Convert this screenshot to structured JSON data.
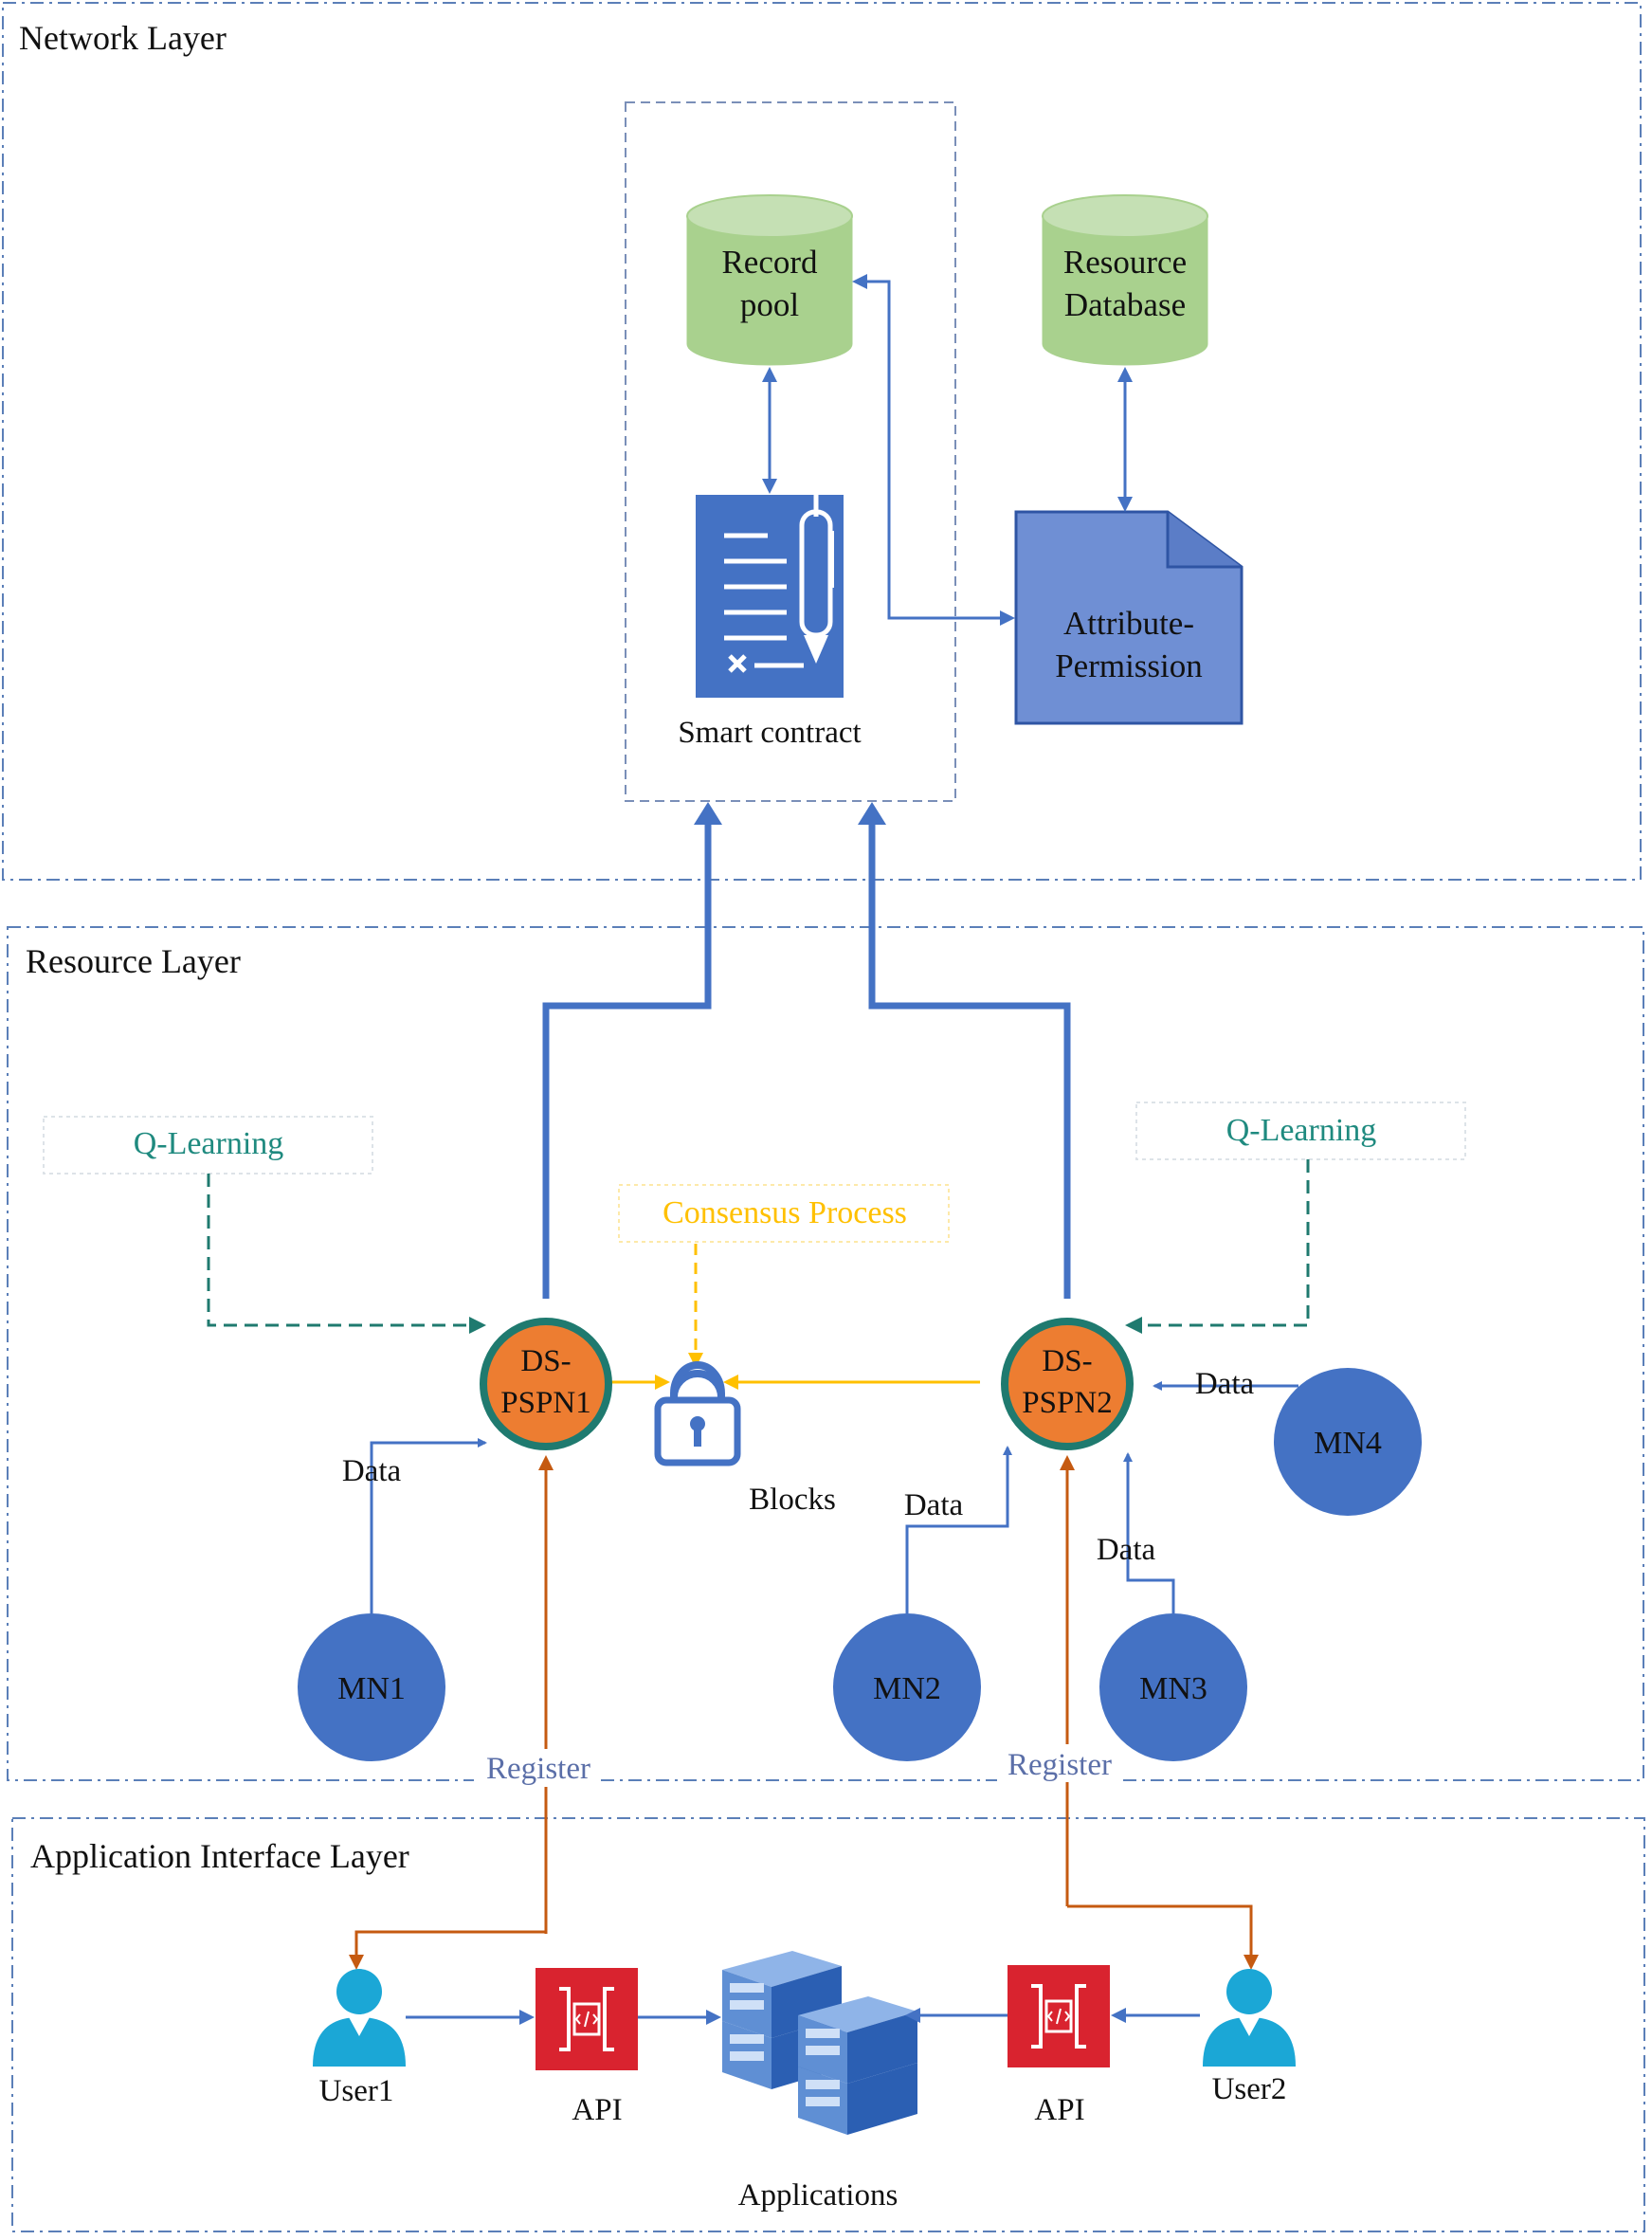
{
  "layers": {
    "network": "Network Layer",
    "resource": "Resource Layer",
    "application": "Application Interface Layer"
  },
  "network": {
    "record_pool": [
      "Record",
      "pool"
    ],
    "resource_db": [
      "Resource",
      "Database"
    ],
    "smart_contract": "Smart contract",
    "attribute_permission": [
      "Attribute-",
      "Permission"
    ]
  },
  "resource": {
    "q_learning_left": "Q-Learning",
    "q_learning_right": "Q-Learning",
    "consensus": "Consensus Process",
    "node1": [
      "DS-",
      "PSPN1"
    ],
    "node2": [
      "DS-",
      "PSPN2"
    ],
    "blocks": "Blocks",
    "mn1": "MN1",
    "mn2": "MN2",
    "mn3": "MN3",
    "mn4": "MN4",
    "data_mn1": "Data",
    "data_mn2": "Data",
    "data_mn3": "Data",
    "data_mn4": "Data",
    "register_left": "Register",
    "register_right": "Register"
  },
  "application": {
    "user1": "User1",
    "user2": "User2",
    "api_left": "API",
    "api_right": "API",
    "applications": "Applications"
  },
  "colors": {
    "layer_border": "#5b7fb8",
    "blue_arrow": "#4472c4",
    "db_green": "#a9d18e",
    "doc_blue": "#4f6fbf",
    "node_orange": "#ed7d31",
    "node_ring": "#1f7a6f",
    "mn_blue": "#4472c4",
    "q_learning_teal": "#1f8a7f",
    "consensus_gold": "#ffc000",
    "register_brown": "#c55a11",
    "api_red": "#d9232f",
    "user_cyan": "#1ba7d6"
  }
}
